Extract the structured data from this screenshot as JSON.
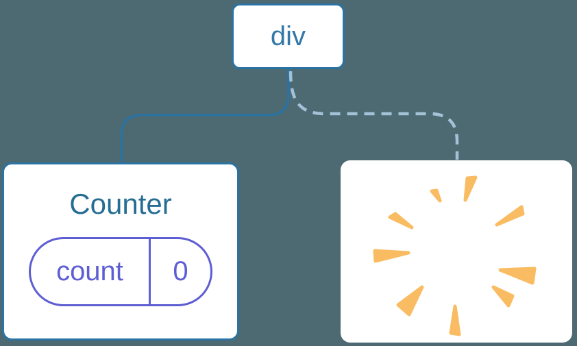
{
  "diagram": {
    "kind": "react-component-tree",
    "root_node": {
      "label": "div"
    },
    "counter_node": {
      "title": "Counter",
      "state": {
        "key": "count",
        "value": "0"
      }
    },
    "removed_node": {
      "icon": "poof-burst-icon"
    },
    "edges": [
      {
        "from": "div",
        "to": "Counter",
        "style": "solid"
      },
      {
        "from": "div",
        "to": "removed-node",
        "style": "dashed"
      }
    ]
  },
  "colors": {
    "background": "#4d6971",
    "node_background": "#ffffff",
    "blue_border": "#2b73a3",
    "div_text": "#3478a8",
    "counter_text": "#266d93",
    "solid_line": "#2b73a3",
    "dashed_line": "#a3c2d7",
    "state_purple": "#5e5ed4",
    "burst_orange": "#f9bc62"
  }
}
